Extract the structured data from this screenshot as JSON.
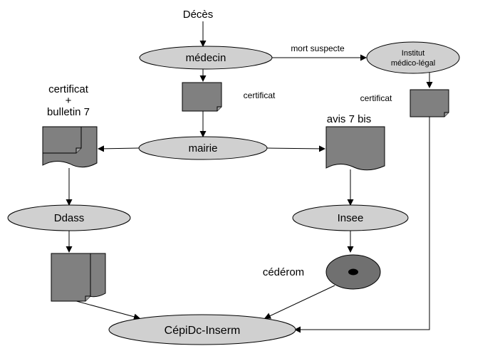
{
  "labels": {
    "deces": "Décès",
    "medecin": "médecin",
    "mort_suspecte": "mort suspecte",
    "institut_line1": "Institut",
    "institut_line2": "médico-légal",
    "certificat_medecin": "certificat",
    "certificat_institut": "certificat",
    "certificat_bulletin_line1": "certificat",
    "certificat_bulletin_line2": "+",
    "certificat_bulletin_line3": "bulletin 7",
    "mairie": "mairie",
    "avis_7_bis": "avis 7 bis",
    "ddass": "Ddass",
    "insee": "Insee",
    "cederom": "cédérom",
    "cepidc_inserm": "CépiDc-Inserm"
  },
  "colors": {
    "ellipse_fill": "#d0d0d0",
    "document_fill": "#808080",
    "disc_fill": "#707070",
    "stroke": "#000000"
  }
}
